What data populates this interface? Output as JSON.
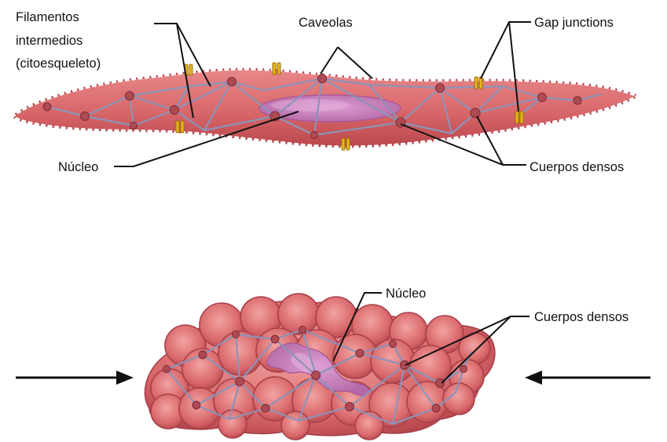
{
  "relaxed_cell": {
    "labels": {
      "intermediate_filaments": [
        "Filamentos",
        "intermedios",
        "(citoesqueleto)"
      ],
      "caveolae": "Caveolas",
      "gap_junctions": "Gap junctions",
      "nucleus": "Núcleo",
      "dense_bodies": "Cuerpos densos"
    }
  },
  "contracted_cell": {
    "labels": {
      "nucleus": "Núcleo",
      "dense_bodies": "Cuerpos densos"
    }
  },
  "colors": {
    "cell_fill": "#d8676a",
    "cell_outline": "#a8404a",
    "nucleus": "#c97cb8",
    "filaments": "#8c93b8",
    "dense_body": "#b04a52",
    "gap_junction": "#e8b51c",
    "caveola": "#ffffff",
    "lines": "#111111"
  }
}
